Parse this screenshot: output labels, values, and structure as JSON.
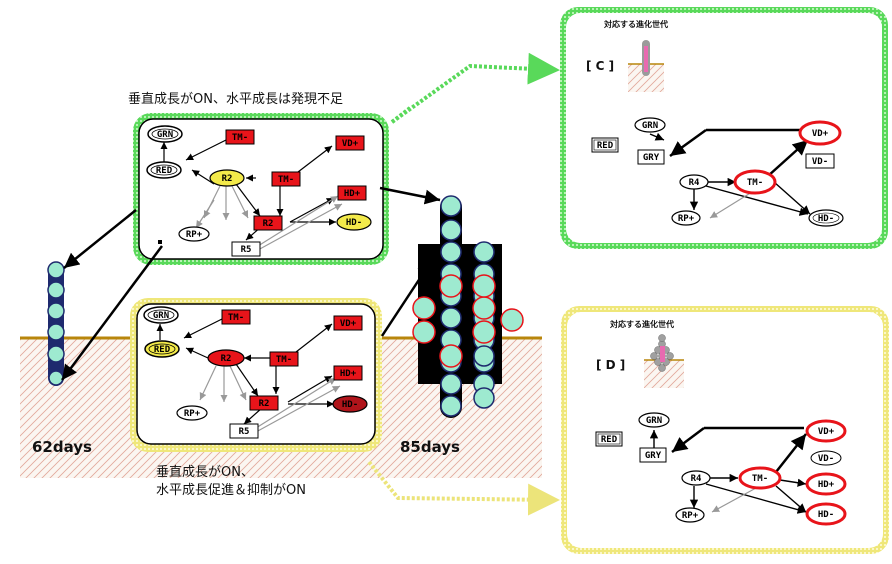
{
  "captions": {
    "top": "垂直成長がON、水平成長は発現不足",
    "bottom_line1": "垂直成長がON、",
    "bottom_line2": "水平成長促進＆抑制がON",
    "days_left": "62days",
    "days_right": "85days"
  },
  "panel_c": {
    "title": "対応する進化世代",
    "label": "[ C ]",
    "nodes": {
      "grn": "GRN",
      "red": "RED",
      "gry": "GRY",
      "r4": "R4",
      "tm": "TM-",
      "vdp": "VD+",
      "vdm": "VD-",
      "rp": "RP+",
      "hdm": "HD-"
    }
  },
  "panel_d": {
    "title": "対応する進化世代",
    "label": "[ D ]",
    "nodes": {
      "grn": "GRN",
      "red": "RED",
      "gry": "GRY",
      "r4": "R4",
      "tm": "TM-",
      "vdp": "VD+",
      "vdm": "VD-",
      "rp": "RP+",
      "hdp": "HD+",
      "hdm": "HD-"
    }
  },
  "net_top": {
    "nodes": {
      "grn": "GRN",
      "red": "RED",
      "tm1": "TM-",
      "vdp": "VD+",
      "r2": "R2",
      "tm2": "TM-",
      "hdp": "HD+",
      "r2b": "R2",
      "hdm": "HD-",
      "rp": "RP+",
      "r5": "R5"
    }
  },
  "net_bottom": {
    "nodes": {
      "grn": "GRN",
      "red": "RED",
      "tm1": "TM-",
      "vdp": "VD+",
      "r2": "R2",
      "tm2": "TM-",
      "hdp": "HD+",
      "r2b": "R2",
      "hdm": "HD-",
      "rp": "RP+",
      "r5": "R5"
    }
  },
  "colors": {
    "green": "#59d95a",
    "yellow": "#f3ef8e",
    "node_red": "#e8141a",
    "dark_red": "#b0141a",
    "node_yellow": "#f3ea4a",
    "cell": "#9eead0",
    "soil_line": "#b8860b"
  }
}
